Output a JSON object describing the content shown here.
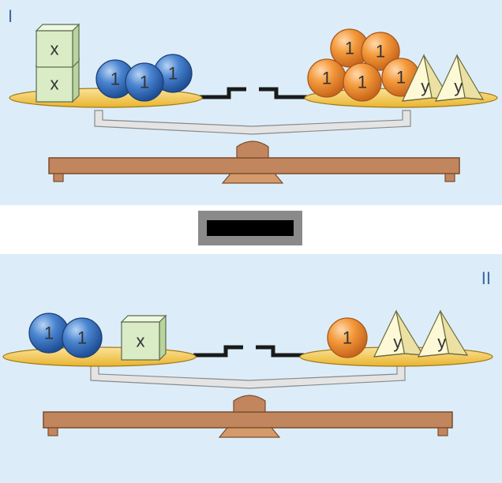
{
  "panels": [
    {
      "label": "I",
      "left_pan": {
        "x_blocks": [
          "x",
          "x"
        ],
        "unit_balls": [
          "1",
          "1",
          "1"
        ]
      },
      "right_pan": {
        "unit_balls": [
          "1",
          "1",
          "1",
          "1",
          "1"
        ],
        "y_pyramids": [
          "y",
          "y"
        ]
      }
    },
    {
      "label": "II",
      "left_pan": {
        "unit_balls": [
          "1",
          "1"
        ],
        "x_blocks": [
          "x"
        ]
      },
      "right_pan": {
        "unit_balls": [
          "1"
        ],
        "y_pyramids": [
          "y",
          "y"
        ]
      }
    }
  ],
  "operation": "minus",
  "colors": {
    "panel_bg": "#dcedf9",
    "pan": "#f6cf5a",
    "beam": "#c2865e",
    "x_block": "#d9ecc6",
    "blue_ball": "#3f78c6",
    "orange_ball": "#f29a3d",
    "pyramid": "#faf5c8",
    "minus": "#000000"
  }
}
